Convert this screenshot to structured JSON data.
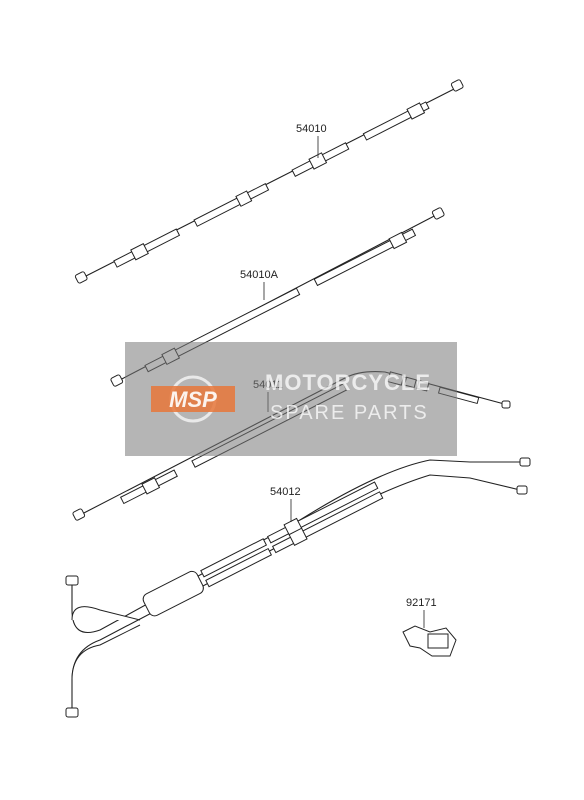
{
  "parts": [
    {
      "id": "label-54010",
      "number": "54010"
    },
    {
      "id": "label-54010a",
      "number": "54010A"
    },
    {
      "id": "label-54011",
      "number": "54011"
    },
    {
      "id": "label-54012",
      "number": "54012"
    },
    {
      "id": "label-92171",
      "number": "92171"
    }
  ],
  "watermark": {
    "logo_text": "MSP",
    "line1": "MOTORCYCLE",
    "line2": "SPARE PARTS"
  },
  "colors": {
    "watermark_bg": "#787878",
    "logo_orange": "#e8773a",
    "line_art": "#222222"
  }
}
